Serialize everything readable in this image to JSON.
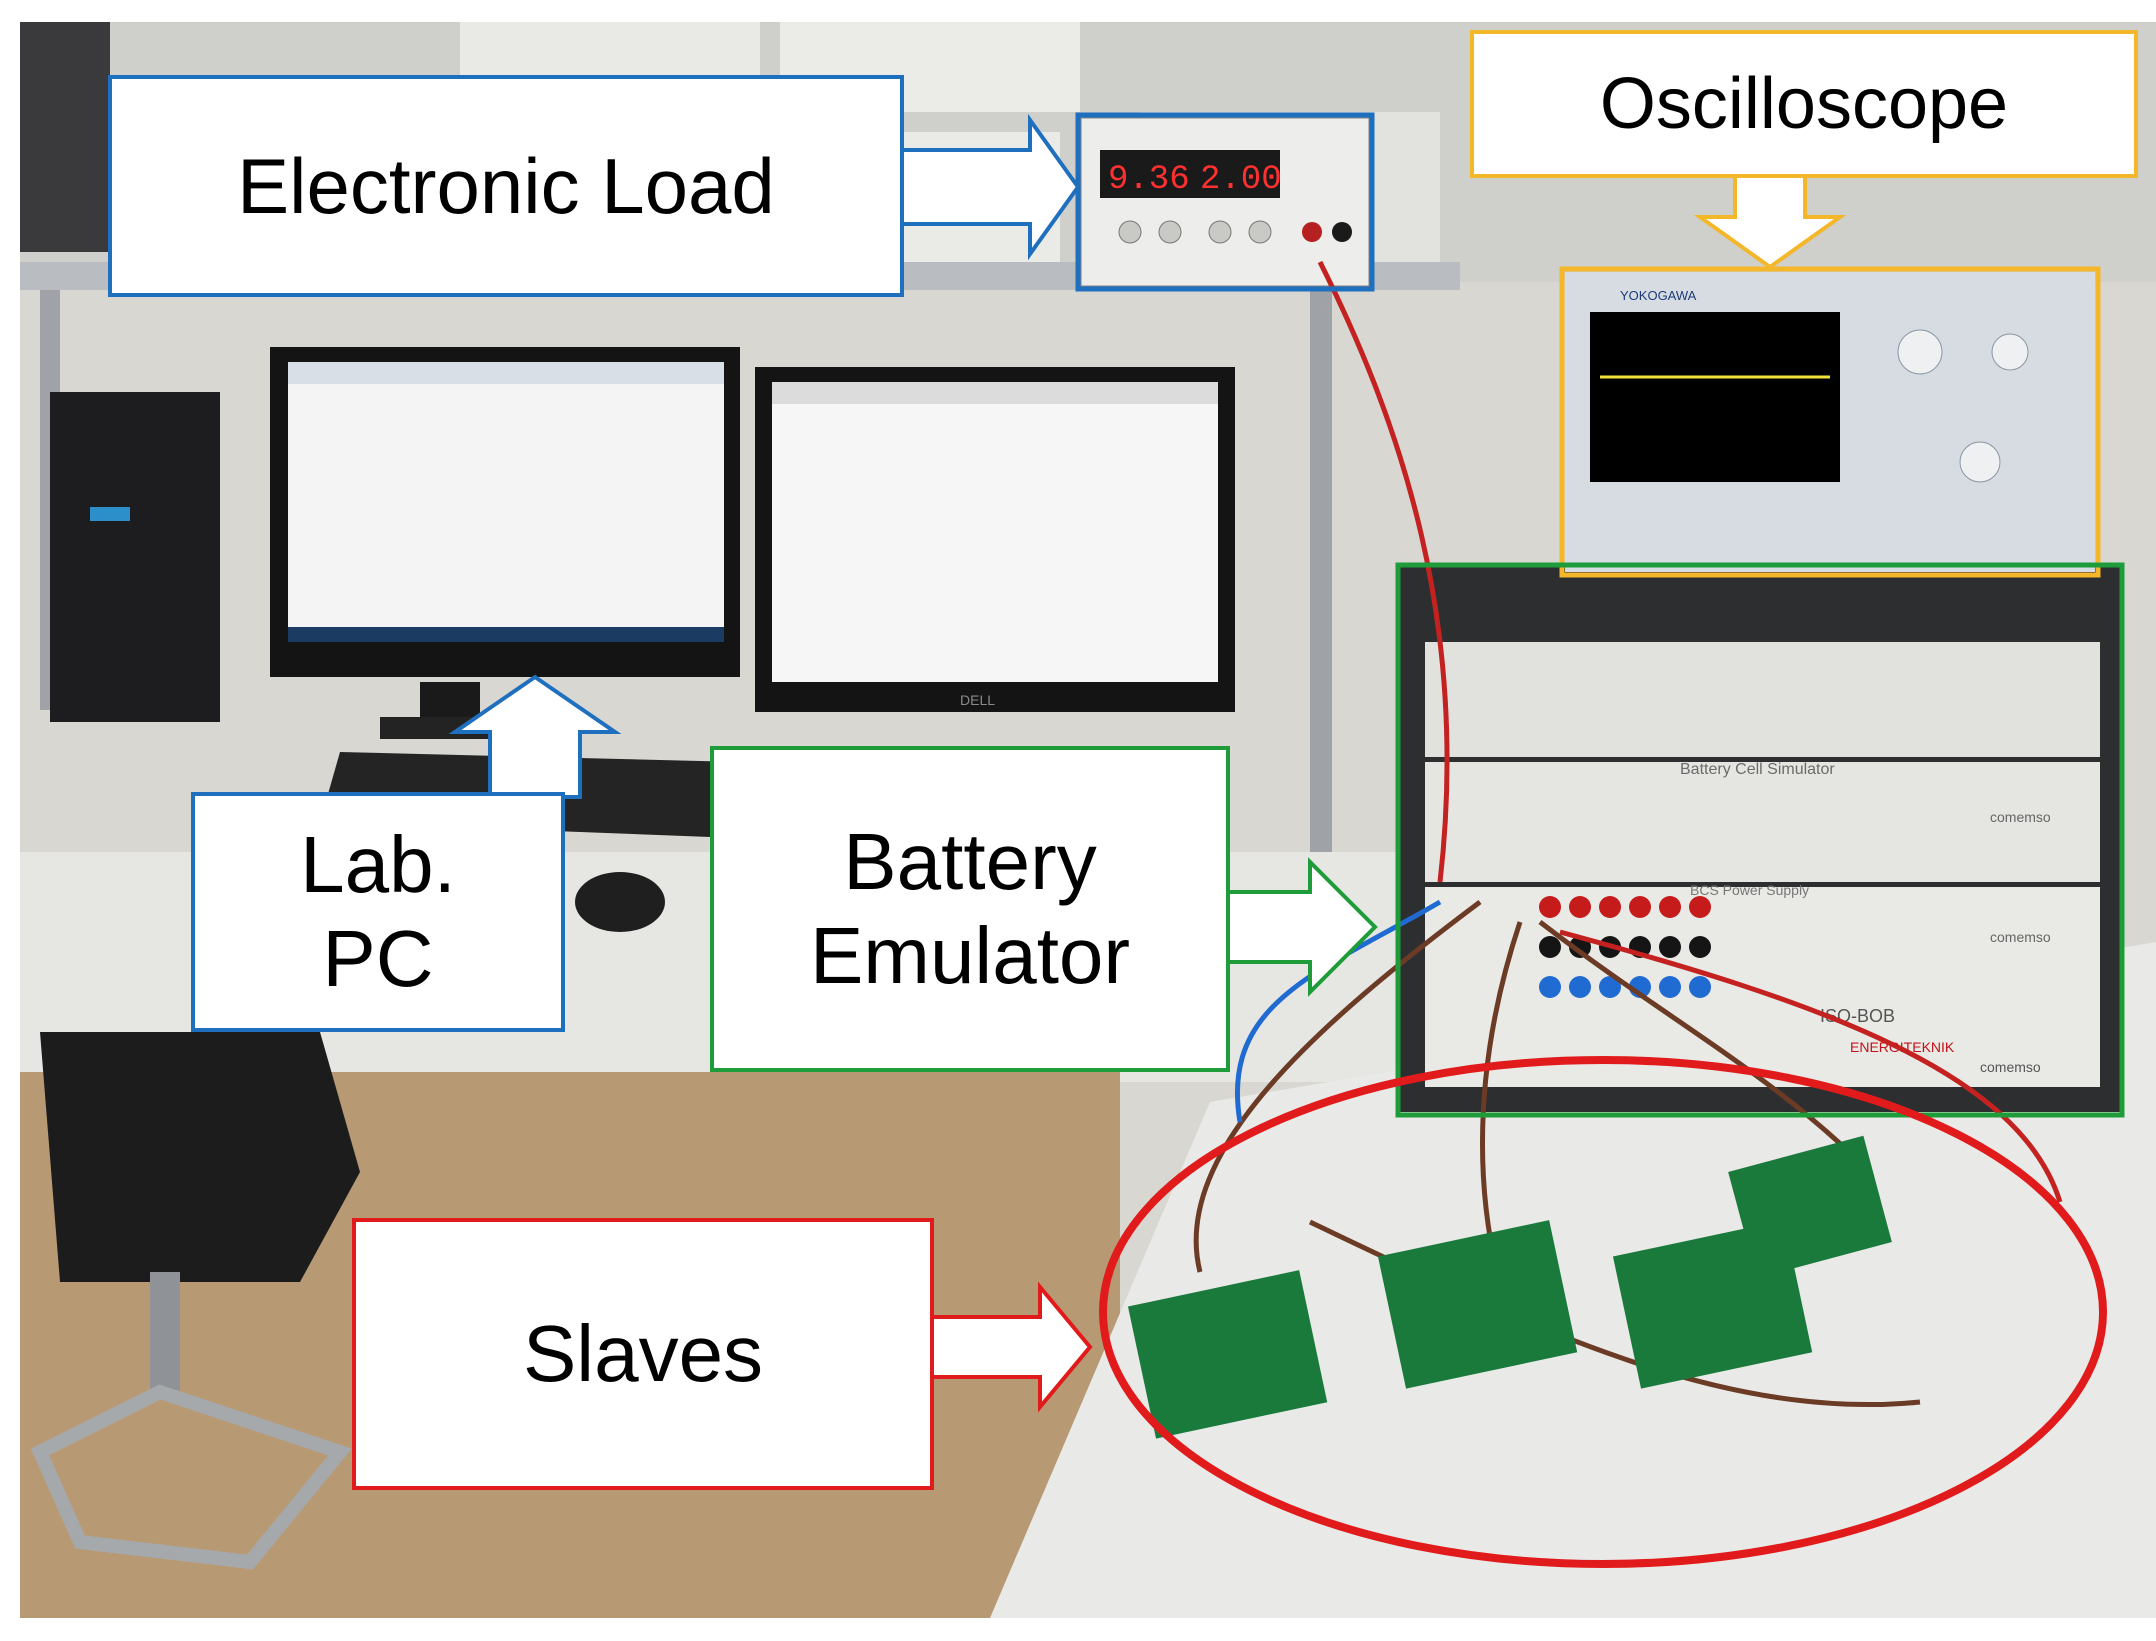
{
  "colors": {
    "electronic_load_frame": "#1f6fbf",
    "oscilloscope_frame": "#f4b72a",
    "battery_emulator_frame": "#1e9c3a",
    "slaves_frame": "#e11b1b",
    "pc_arrow": "#1f6fbf"
  },
  "icons": {
    "keyboard": "keyboard-icon",
    "mouse": "mouse-icon",
    "monitor": "monitor-icon"
  },
  "callouts": {
    "electronic_load": "Electronic Load",
    "oscilloscope": "Oscilloscope",
    "lab_pc": "Lab.\nPC",
    "battery_emulator": "Battery\nEmulator",
    "slaves": "Slaves"
  },
  "equipment_text": {
    "load_display_left": "9.36",
    "load_display_right": "2.00",
    "scope_brand": "YOKOGAWA",
    "emulator_module_1": "Battery Cell Simulator",
    "emulator_module_2": "BCS Power Supply",
    "emulator_brand_1": "comemso",
    "emulator_brand_2": "comemso",
    "emulator_brand_3": "comemso",
    "emulator_unit": "ISO-BOB",
    "emulator_sticker": "ENERGITEKNIK",
    "monitor_brand": "DELL"
  }
}
